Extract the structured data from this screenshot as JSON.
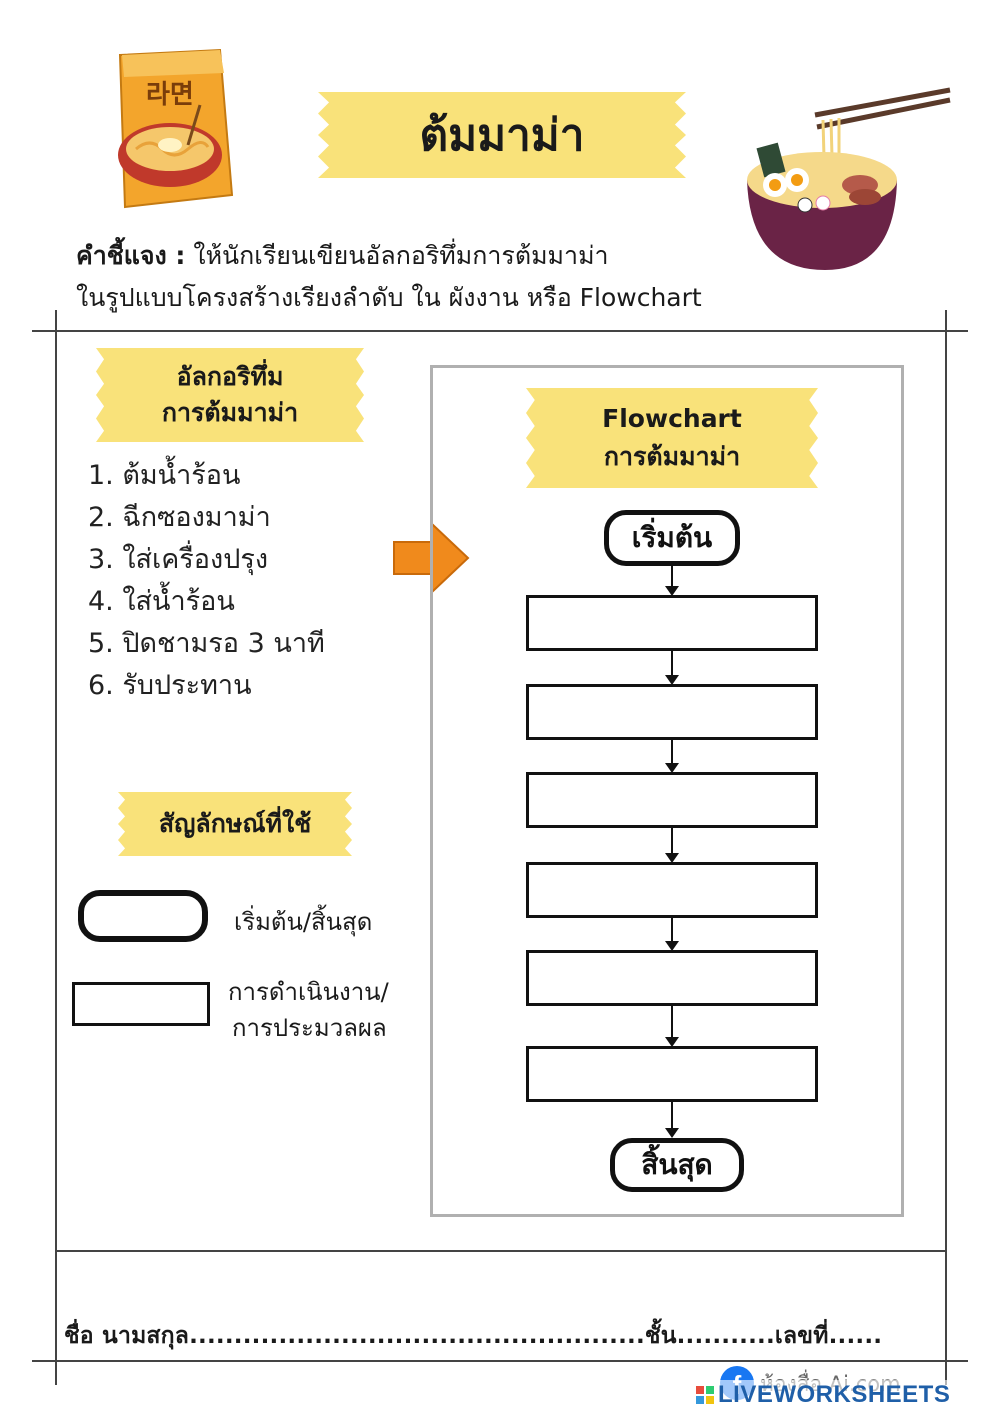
{
  "title": "ต้มมาม่า",
  "ramen_pack_label": "라면",
  "instruction": {
    "label": "คำชี้แจง :",
    "line1": "ให้นักเรียนเขียนอัลกอริทึ่มการต้มมาม่า",
    "line2": "ในรูปแบบโครงสร้างเรียงลำดับ ใน ผังงาน หรือ Flowchart"
  },
  "algorithm": {
    "heading_line1": "อัลกอริทึ่ม",
    "heading_line2": "การต้มมาม่า",
    "steps": [
      "1.  ต้มน้ำร้อน",
      "2. ฉีกซองมาม่า",
      "3. ใส่เครื่องปรุง",
      "4. ใส่น้ำร้อน",
      "5.  ปิดชามรอ 3 นาที",
      "6. รับประทาน"
    ]
  },
  "symbols": {
    "heading": "สัญลักษณ์ที่ใช้",
    "terminal_label": "เริ่มต้น/สิ้นสุด",
    "process_label_line1": "การดำเนินงาน/",
    "process_label_line2": "การประมวลผล"
  },
  "flowchart": {
    "heading_line1": "Flowchart",
    "heading_line2": "การต้มมาม่า",
    "start_label": "เริ่มต้น",
    "end_label": "สิ้นสุด",
    "process_boxes": [
      "",
      "",
      "",
      "",
      "",
      ""
    ]
  },
  "footer": {
    "name_field": "ชื่อ นามสกุล...................................................ชั้น...........เลขที่......",
    "credit": "ห้องสื่อ Ai.com",
    "brand": "LIVEWORKSHEETS"
  },
  "colors": {
    "banner": "#f9e27a",
    "arrow": "#f08a1c",
    "frame": "#b0b0b0",
    "facebook": "#1877f2"
  }
}
